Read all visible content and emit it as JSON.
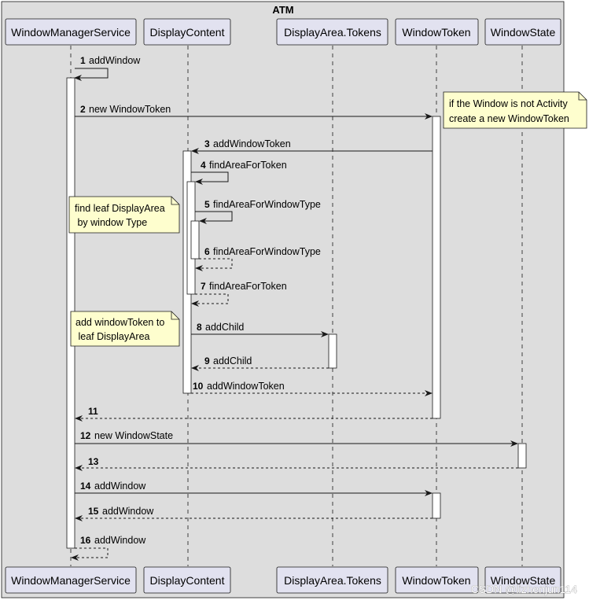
{
  "box_title": "ATM",
  "participants": [
    {
      "id": "wms",
      "label": "WindowManagerService"
    },
    {
      "id": "dc",
      "label": "DisplayContent"
    },
    {
      "id": "dat",
      "label": "DisplayArea.Tokens"
    },
    {
      "id": "wt",
      "label": "WindowToken"
    },
    {
      "id": "ws",
      "label": "WindowState"
    }
  ],
  "messages": [
    {
      "num": "1",
      "text": "addWindow",
      "from": "wms",
      "to": "wms",
      "kind": "self"
    },
    {
      "num": "2",
      "text": "new WindowToken",
      "from": "wms",
      "to": "wt",
      "kind": "call"
    },
    {
      "num": "3",
      "text": "addWindowToken",
      "from": "wt",
      "to": "dc",
      "kind": "call"
    },
    {
      "num": "4",
      "text": "findAreaForToken",
      "from": "dc",
      "to": "dc",
      "kind": "self"
    },
    {
      "num": "5",
      "text": "findAreaForWindowType",
      "from": "dc",
      "to": "dc",
      "kind": "self"
    },
    {
      "num": "6",
      "text": "findAreaForWindowType",
      "from": "dc",
      "to": "dc",
      "kind": "self-return"
    },
    {
      "num": "7",
      "text": "findAreaForToken",
      "from": "dc",
      "to": "dc",
      "kind": "self-return"
    },
    {
      "num": "8",
      "text": "addChild",
      "from": "dc",
      "to": "dat",
      "kind": "call"
    },
    {
      "num": "9",
      "text": "addChild",
      "from": "dat",
      "to": "dc",
      "kind": "return"
    },
    {
      "num": "10",
      "text": "addWindowToken",
      "from": "dc",
      "to": "wt",
      "kind": "return"
    },
    {
      "num": "11",
      "text": "",
      "from": "wt",
      "to": "wms",
      "kind": "return"
    },
    {
      "num": "12",
      "text": "new WindowState",
      "from": "wms",
      "to": "ws",
      "kind": "call"
    },
    {
      "num": "13",
      "text": "",
      "from": "ws",
      "to": "wms",
      "kind": "return"
    },
    {
      "num": "14",
      "text": "addWindow",
      "from": "wms",
      "to": "wt",
      "kind": "call"
    },
    {
      "num": "15",
      "text": "addWindow",
      "from": "wt",
      "to": "wms",
      "kind": "return"
    },
    {
      "num": "16",
      "text": "addWindow",
      "from": "wms",
      "to": "wms",
      "kind": "self-return"
    }
  ],
  "notes": [
    {
      "lines": [
        "if the Window is not Activity",
        "create a new WindowToken"
      ]
    },
    {
      "lines": [
        "find leaf DisplayArea",
        " by window Type"
      ]
    },
    {
      "lines": [
        "add windowToken to",
        " leaf DisplayArea"
      ]
    }
  ],
  "watermark": "CSDN @lizhenjun114",
  "colors": {
    "box_fill": "#dddddd",
    "participant_fill": "#e2e2f0",
    "participant_stroke": "#181818",
    "note_fill": "#fefece",
    "line": "#181818",
    "activation_fill": "#ffffff"
  }
}
